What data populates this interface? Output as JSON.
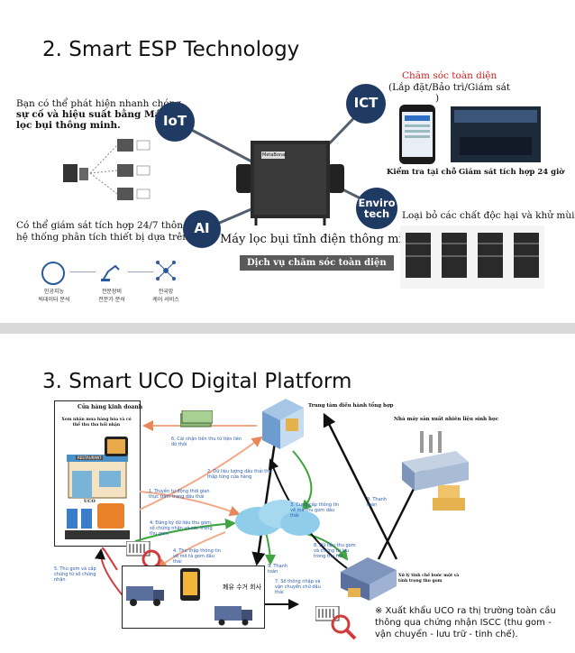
{
  "slide1": {
    "title": "2. Smart ESP Technology",
    "left_text_1a": "Bạn có thể phát hiện nhanh  chóng",
    "left_text_1b": "sự cố và hiệu suất   bằng Máy",
    "left_text_1c": "lọc bụi thông minh.",
    "left_text_2a": "Có thể giám sát tích hợp 24/7 thông qua",
    "left_text_2b": "hệ thống phân tích thiết bị dựa trên AI.",
    "icons": [
      {
        "icon": "globe-icon",
        "label": "인공지능\n빅데이터 분석"
      },
      {
        "icon": "robot-arm-icon",
        "label": "전문장비\n전문가 분석"
      },
      {
        "icon": "network-icon",
        "label": "전국망\n케어 서비스"
      }
    ],
    "bubbles": {
      "iot": "IoT",
      "ai": "AI",
      "ict": "ICT",
      "enviro": "Enviro tech"
    },
    "device_caption": "Máy lọc bụi tĩnh điện thông minh",
    "service_label": "Dịch vụ chăm sóc toàn diện",
    "care_title": "Chăm sóc toàn diện",
    "care_sub": "(Lắp đặt/Bảo trì/Giám sát",
    "care_sub2": ")",
    "phone_caption": "Kiểm tra tại chỗ",
    "monitor_caption": "Giám sát tích hợp 24 giờ",
    "removal_text": "Loại bỏ các chất độc hại và khử mùi",
    "device_brand": "MetaBonat"
  },
  "slide2": {
    "title": "3. Smart UCO Digital Platform",
    "restaurant_title": "Cửa hàng kinh doanh",
    "restaurant_sub": "Xem nhân mua hàng hóa và có thể thu thu hồi nhận",
    "restaurant_sign": "RESTAURANT",
    "uco_label": "UCO",
    "center_title": "Trung tâm điều hành tổng hợp",
    "factory_title": "Nhà máy sản xuất nhiên liệu sinh học",
    "collector_label": "폐유 수거 회사",
    "warehouse_label": "Xử lý tinh chế bước một và tính trọng thu gom",
    "flow_labels": [
      "6. Cài nhận tiền thu từ tiện liên đô thôi",
      "2. Dữ liệu lượng dầu thải thu thập từng cửa hàng",
      "1. Truyền tự động thời gian thực trình trạng dầu thải",
      "4. Đăng ký dữ liệu thu gom, số chứng nhận và các trọng thu gom",
      "4. Thu thập thông tin về mô tả gom dầu thải",
      "3. Cung cấp thông tin về mã thu gom dầu thải",
      "8. Dữ liệu thu gom và chứng từ lưu trong thu hồi",
      "7. Số thông nhập và vận chuyển chứ dầu thải",
      "5. Thu gom và cấp chứng từ số chứng nhận",
      "9. Thanh toán",
      "9. Thanh toán"
    ],
    "note_text": "※ Xuất khẩu UCO ra thị trường toàn cầu thông qua chứng nhận ISCC (thu gom - vận chuyển - lưu trữ - tinh chế)."
  }
}
